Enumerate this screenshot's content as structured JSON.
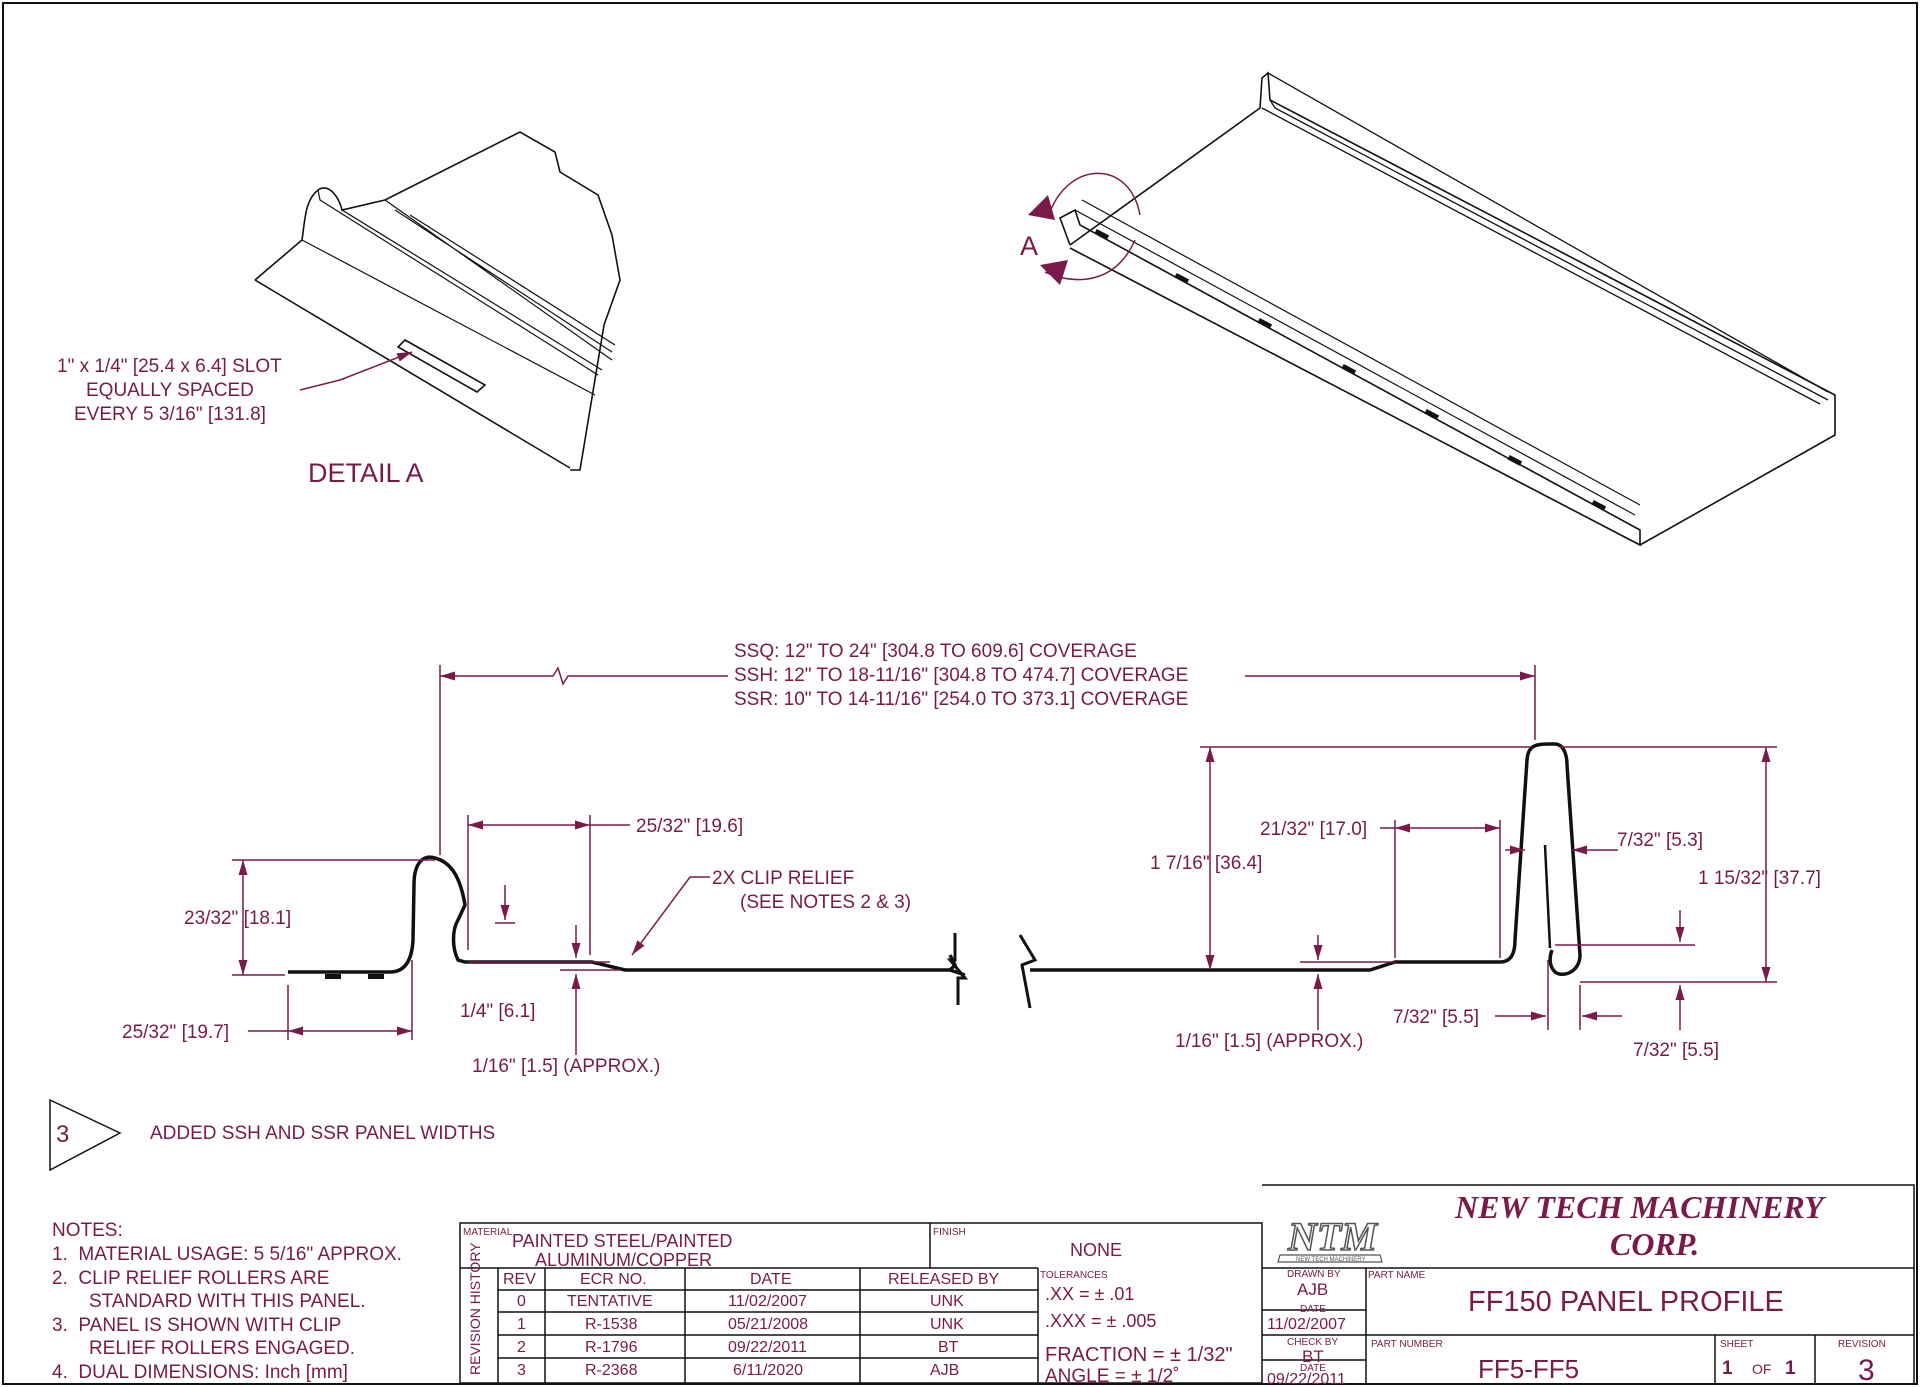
{
  "colors": {
    "ink": "#7a1a4a",
    "part": "#111111",
    "paper": "#ffffff"
  },
  "detail": {
    "slot_line1": "1\" x 1/4\" [25.4 x 6.4] SLOT",
    "slot_line2": "EQUALLY SPACED",
    "slot_line3": "EVERY 5 3/16\" [131.8]",
    "title": "DETAIL  A",
    "view_marker": "A"
  },
  "coverage": {
    "ssq": "SSQ:  12\" TO 24\" [304.8 TO 609.6] COVERAGE",
    "ssh": "SSH:  12\" TO 18-11/16\" [304.8 TO 474.7] COVERAGE",
    "ssr": "SSR:  10\" TO 14-11/16\" [254.0 TO 373.1] COVERAGE"
  },
  "dims": {
    "d_25_32_top": "25/32\" [19.6]",
    "clip_relief_1": "2X CLIP RELIEF",
    "clip_relief_2": "(SEE NOTES 2 & 3)",
    "d_23_32": "23/32\" [18.1]",
    "d_1_4": "1/4\" [6.1]",
    "d_1_16_left": "1/16\" [1.5] (APPROX.)",
    "d_25_32_bottom": "25/32\" [19.7]",
    "d_21_32": "21/32\" [17.0]",
    "d_1_7_16": "1 7/16\" [36.4]",
    "d_7_32_53": "7/32\" [5.3]",
    "d_1_15_32": "1 15/32\" [37.7]",
    "d_7_32_55_left": "7/32\" [5.5]",
    "d_7_32_55_right": "7/32\" [5.5]",
    "d_1_16_right": "1/16\" [1.5] (APPROX.)"
  },
  "revision_note": {
    "number": "3",
    "text": "ADDED SSH AND SSR PANEL WIDTHS"
  },
  "notes": {
    "title": "NOTES:",
    "lines": [
      "1.  MATERIAL USAGE: 5 5/16\" APPROX.",
      "2.  CLIP RELIEF ROLLERS ARE",
      "       STANDARD WITH THIS PANEL.",
      "3.  PANEL IS SHOWN WITH CLIP",
      "       RELIEF ROLLERS ENGAGED.",
      "4.  DUAL DIMENSIONS: Inch [mm]"
    ]
  },
  "title_block": {
    "material_label": "MATERIAL",
    "material_line1": "PAINTED STEEL/PAINTED",
    "material_line2": "ALUMINUM/COPPER",
    "finish_label": "FINISH",
    "finish_value": "NONE",
    "revision_history_label": "REVISION HISTORY",
    "headers": [
      "REV",
      "ECR NO.",
      "DATE",
      "RELEASED BY"
    ],
    "rows": [
      [
        "0",
        "TENTATIVE",
        "11/02/2007",
        "UNK"
      ],
      [
        "1",
        "R-1538",
        "05/21/2008",
        "UNK"
      ],
      [
        "2",
        "R-1796",
        "09/22/2011",
        "BT"
      ],
      [
        "3",
        "R-2368",
        "6/11/2020",
        "AJB"
      ]
    ],
    "tolerances_label": "TOLERANCES",
    "tol_xx": ".XX = ± .01",
    "tol_xxx": ".XXX = ± .005",
    "tol_fraction": "FRACTION = ± 1/32\"",
    "tol_angle": "ANGLE = ± 1/2˚",
    "logo_text": "NTM",
    "logo_sub": "NEW TECH MACHINERY",
    "company_line1": "NEW TECH MACHINERY",
    "company_line2": "CORP.",
    "drawn_by_label": "DRAWN BY",
    "drawn_by": "AJB",
    "date_label": "DATE",
    "drawn_date": "11/02/2007",
    "check_by_label": "CHECK BY",
    "check_by": "BT",
    "check_date_label": "DATE",
    "check_date": "09/22/2011",
    "part_name_label": "PART NAME",
    "part_name": "FF150 PANEL PROFILE",
    "part_number_label": "PART NUMBER",
    "part_number": "FF5-FF5",
    "sheet_label": "SHEET",
    "sheet_value": "1",
    "sheet_of": "OF",
    "sheet_total": "1",
    "revision_label": "REVISION",
    "revision_value": "3"
  }
}
